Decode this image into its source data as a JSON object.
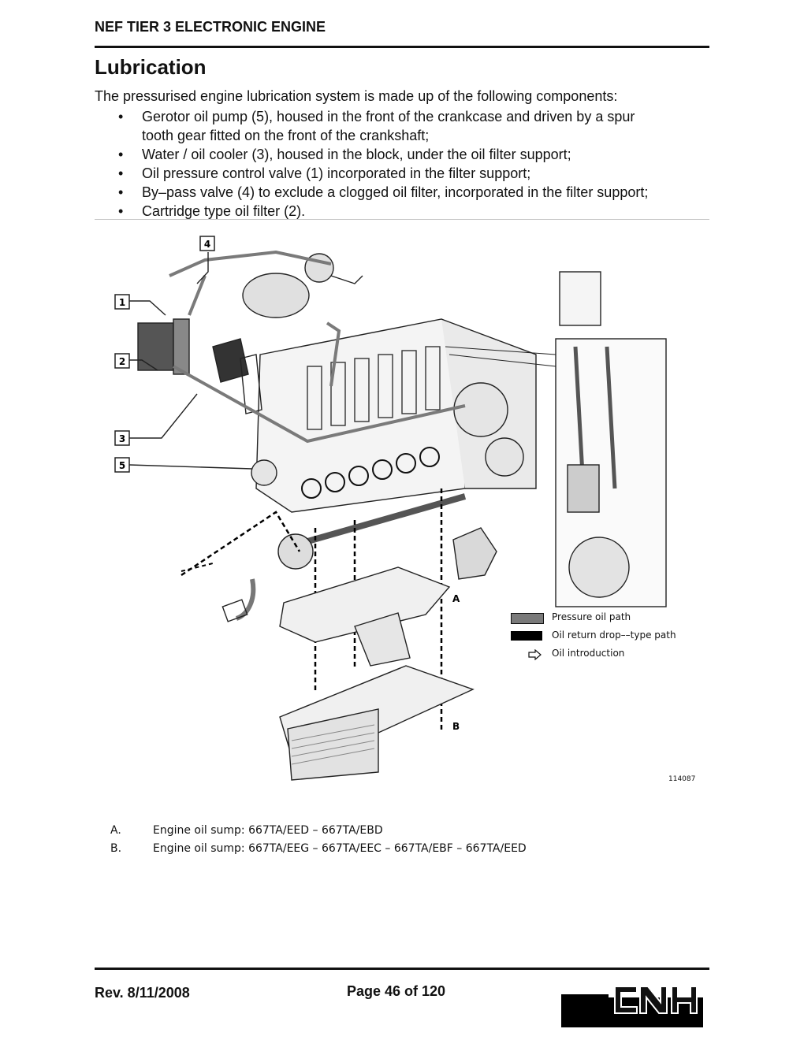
{
  "header": {
    "title": "NEF TIER 3 ELECTRONIC ENGINE"
  },
  "section": {
    "title": "Lubrication"
  },
  "intro": "The pressurised engine lubrication system is made up of the following components:",
  "bullets": [
    {
      "line1": "Gerotor oil pump (5), housed in the front of the crankcase and driven by a spur",
      "line2": "tooth gear fitted on the front of the crankshaft;"
    },
    {
      "line1": "Water / oil cooler (3), housed in the block, under the oil filter support;"
    },
    {
      "line1": "Oil pressure control valve (1) incorporated in the filter support;"
    },
    {
      "line1": "By–pass valve (4) to exclude a clogged oil filter, incorporated in the filter support;"
    },
    {
      "line1": "Cartridge type oil filter (2)."
    }
  ],
  "figure": {
    "callouts": [
      "4",
      "1",
      "2",
      "3",
      "5"
    ],
    "sump_labels": {
      "a": "A",
      "b": "B"
    },
    "legend": [
      {
        "label": "Pressure oil path",
        "color": "#7a7a7a"
      },
      {
        "label": "Oil return drop––type path",
        "color": "#000000"
      },
      {
        "label": "Oil introduction",
        "icon": "outline-arrow-icon"
      }
    ],
    "figure_number": "114087"
  },
  "captions": [
    {
      "key": "A.",
      "text": "Engine oil sump: 667TA/EED – 667TA/EBD"
    },
    {
      "key": "B.",
      "text": "Engine oil sump: 667TA/EEG – 667TA/EEC – 667TA/EBF – 667TA/EED"
    }
  ],
  "footer": {
    "revision": "Rev. 8/11/2008",
    "page": "Page 46 of 120",
    "logo": "CNH"
  }
}
